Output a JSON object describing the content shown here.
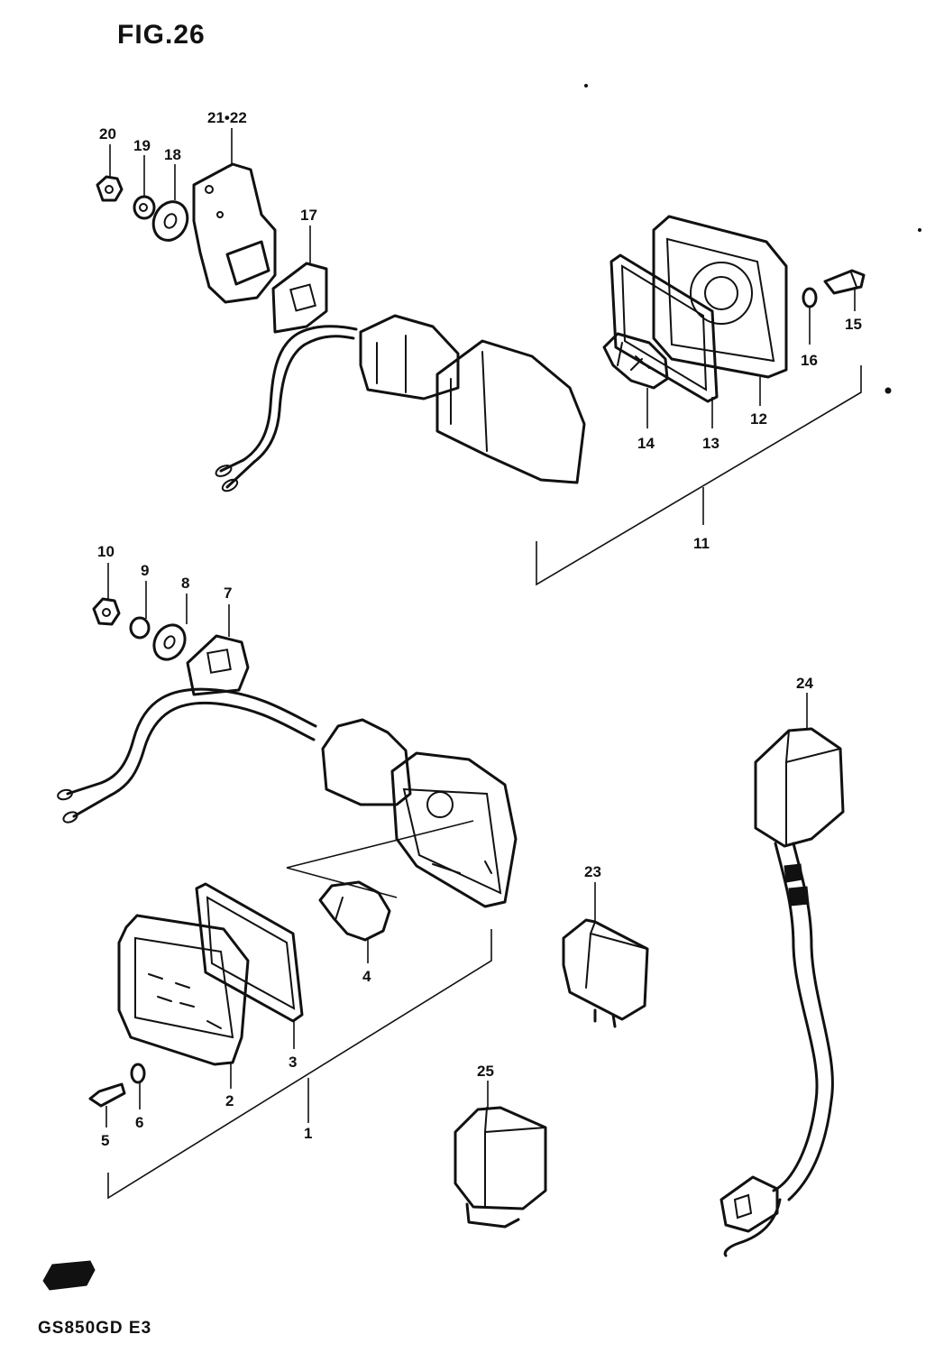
{
  "figure": {
    "title": "FIG.26",
    "model": "GS850GD E3"
  },
  "callouts": {
    "p1": "1",
    "p2": "2",
    "p3": "3",
    "p4": "4",
    "p5": "5",
    "p6": "6",
    "p7": "7",
    "p8": "8",
    "p9": "9",
    "p10": "10",
    "p11": "11",
    "p12": "12",
    "p13": "13",
    "p14": "14",
    "p15": "15",
    "p16": "16",
    "p17": "17",
    "p18": "18",
    "p19": "19",
    "p20": "20",
    "p21_22": "21•22",
    "p23": "23",
    "p24": "24",
    "p25": "25"
  }
}
